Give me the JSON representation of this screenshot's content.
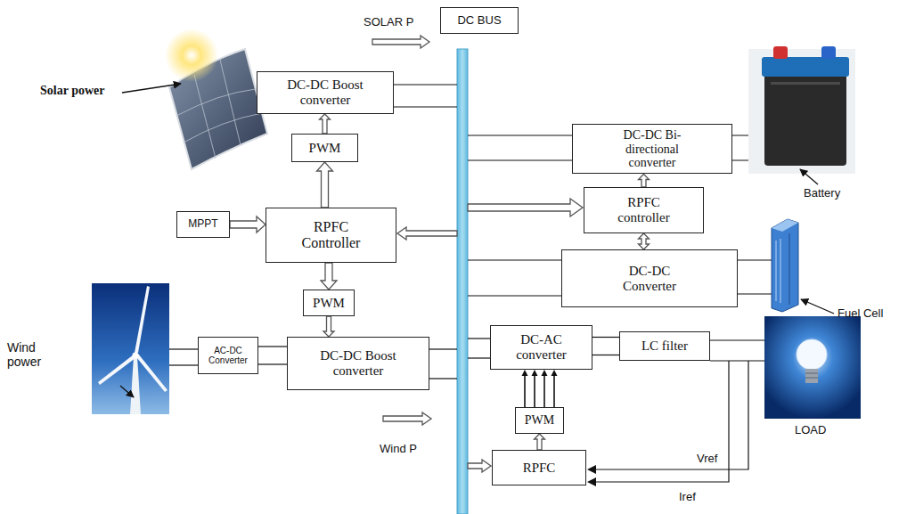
{
  "diagram": {
    "nodes": [
      {
        "text": [
          "DC BUS"
        ]
      },
      {
        "text": [
          "DC-DC Boost converter"
        ]
      },
      {
        "text": [
          "PWM"
        ]
      },
      {
        "text": [
          "MPPT"
        ]
      },
      {
        "text": [
          "RPFC Controller"
        ]
      },
      {
        "text": [
          "PWM"
        ]
      },
      {
        "text": [
          "AC-DC Converter"
        ]
      },
      {
        "text": [
          "DC-DC Boost converter"
        ]
      },
      {
        "text": [
          "DC-DC Bi-directional converter"
        ]
      },
      {
        "text": [
          "RPFC controller"
        ]
      },
      {
        "text": [
          "DC-DC Converter"
        ]
      },
      {
        "text": [
          "DC-AC converter"
        ]
      },
      {
        "text": [
          "LC filter"
        ]
      },
      {
        "text": [
          "PWM"
        ]
      },
      {
        "text": [
          "RPFC"
        ]
      }
    ],
    "edges": [
      {
        "from": 2,
        "to": 1,
        "arrow": "to"
      },
      {
        "from": 4,
        "to": 2,
        "arrow": "to"
      },
      {
        "from": 3,
        "to": 4,
        "arrow": "to"
      },
      {
        "from": 4,
        "to": 5,
        "arrow": "to"
      },
      {
        "from": 5,
        "to": 7,
        "arrow": "to"
      },
      {
        "from": 6,
        "to": 7,
        "arrow": "none"
      },
      {
        "from": 9,
        "to": 8,
        "arrow": "to"
      },
      {
        "from": 9,
        "to": 10,
        "arrow": "both"
      },
      {
        "from": 11,
        "to": 12,
        "arrow": "none"
      },
      {
        "from": 13,
        "to": 11,
        "arrow": "to"
      },
      {
        "from": 14,
        "to": 13,
        "arrow": "to"
      }
    ],
    "labels": [
      "SOLAR P",
      "Solar power",
      "Wind power",
      "Wind P",
      "Battery",
      "Fuel Cell",
      "LOAD",
      "Vref",
      "Iref"
    ]
  }
}
